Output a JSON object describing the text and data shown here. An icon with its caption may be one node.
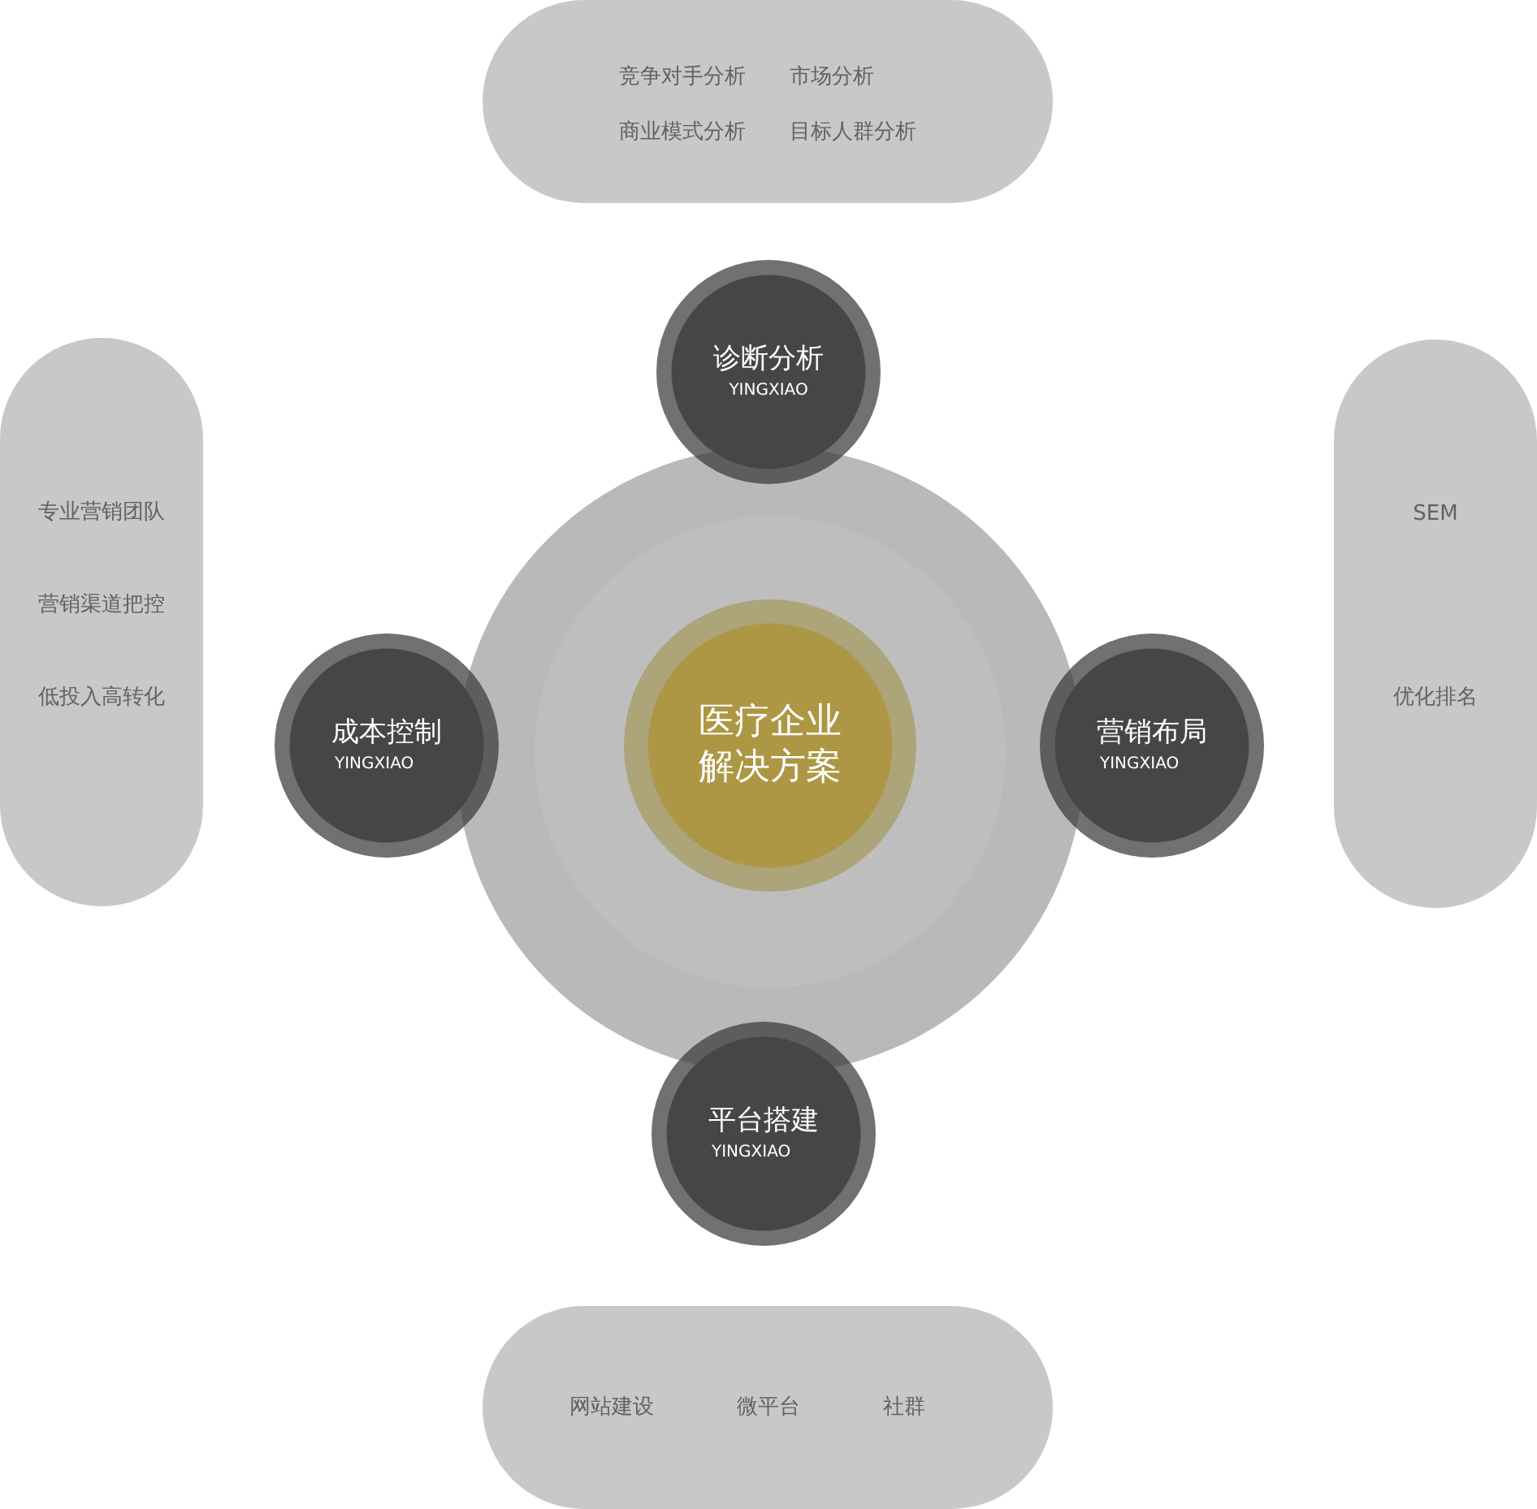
{
  "diagram": {
    "nodes": [
      {
        "text": [
          "竞争对手分析",
          "市场分析",
          "商业模式分析",
          "目标人群分析"
        ]
      },
      {
        "text": [
          "诊断分析",
          "YINGXIAO"
        ]
      },
      {
        "text": [
          "专业营销团队",
          "营销渠道把控",
          "低投入高转化"
        ]
      },
      {
        "text": [],
        "shape": "circle"
      },
      {
        "text": [
          "成本控制",
          "YINGXIAO"
        ]
      },
      {
        "text": [
          "医疗企业解决方案"
        ],
        "in": 3
      },
      {
        "text": [
          "营销布局",
          "YINGXIAO"
        ]
      },
      {
        "text": [
          "SEM",
          "优化排名"
        ]
      },
      {
        "text": [
          "平台搭建",
          "YINGXIAO"
        ]
      },
      {
        "text": [
          "网站建设",
          "微平台",
          "社群"
        ]
      }
    ]
  }
}
